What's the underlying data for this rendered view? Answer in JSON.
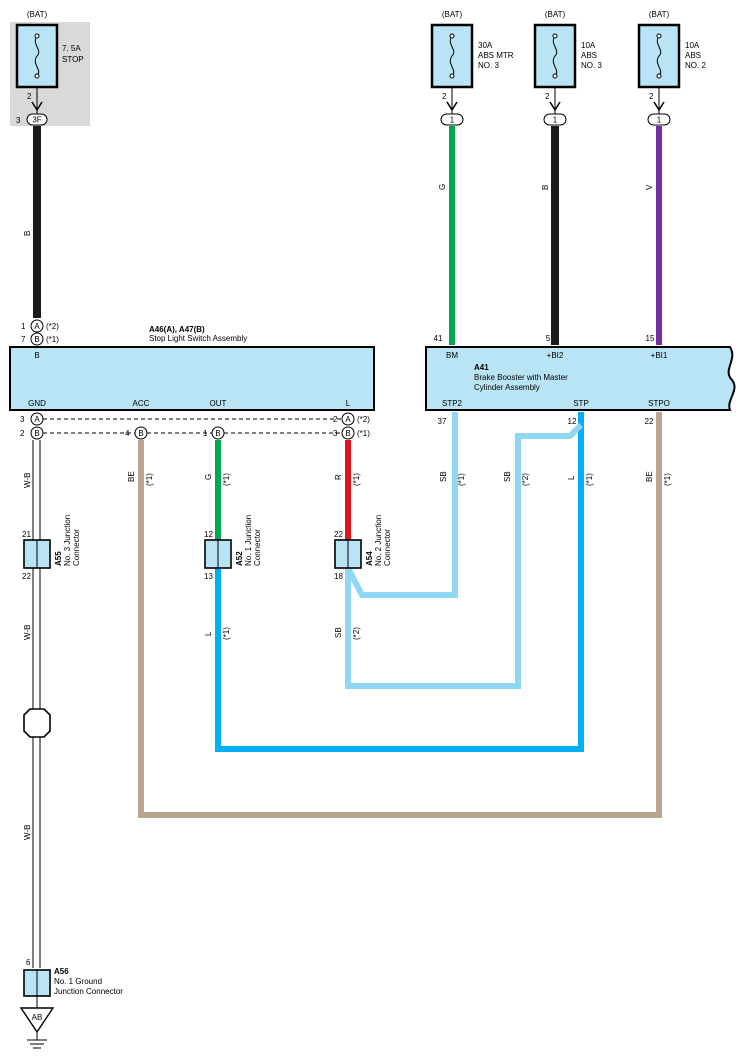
{
  "colors": {
    "B": "#1a1a1a",
    "G": "#00a651",
    "V": "#7030a0",
    "R": "#e0161d",
    "L": "#00b0f0",
    "SB": "#8fd7f5",
    "BE": "#b8a690",
    "W-B": "#ffffff",
    "box_fill": "#b9e4f5",
    "fuse_bg": "#d9d9d9"
  },
  "fuses": [
    {
      "id": "stop",
      "source": "(BAT)",
      "rating": "7. 5A",
      "name_lines": [
        "STOP"
      ],
      "pin": "2",
      "conn_pin": "3",
      "conn_label": "3F"
    },
    {
      "id": "abs-mtr",
      "source": "(BAT)",
      "rating": "30A",
      "name_lines": [
        "ABS MTR",
        "NO. 3"
      ],
      "pin": "2",
      "conn_label": "1"
    },
    {
      "id": "abs3",
      "source": "(BAT)",
      "rating": "10A",
      "name_lines": [
        "ABS",
        "NO. 3"
      ],
      "pin": "2",
      "conn_label": "1"
    },
    {
      "id": "abs2",
      "source": "(BAT)",
      "rating": "10A",
      "name_lines": [
        "ABS",
        "NO. 2"
      ],
      "pin": "2",
      "conn_label": "1"
    }
  ],
  "stop_switch": {
    "code": "A46(A), A47(B)",
    "name": "Stop Light Switch Assembly",
    "top_terminal": "B",
    "terminals": [
      "GND",
      "ACC",
      "OUT",
      "L"
    ],
    "pins_top": [
      {
        "num": "1",
        "conn": "A",
        "note": "(*2)"
      },
      {
        "num": "7",
        "conn": "B",
        "note": "(*1)"
      }
    ],
    "pins_bottom": {
      "gnd_a": {
        "num": "3",
        "conn": "A"
      },
      "gnd_b": {
        "num": "2",
        "conn": "B"
      },
      "acc": {
        "num": "4",
        "conn": "B"
      },
      "out": {
        "num": "1",
        "conn": "B"
      },
      "l_a": {
        "num": "2",
        "conn": "A",
        "note": "(*2)"
      },
      "l_b": {
        "num": "3",
        "conn": "B",
        "note": "(*1)"
      }
    }
  },
  "booster": {
    "code": "A41",
    "name_lines": [
      "Brake Booster with Master",
      "Cylinder Assembly"
    ],
    "top_terminals": [
      {
        "name": "BM",
        "pin": "41"
      },
      {
        "name": "+BI2",
        "pin": "5"
      },
      {
        "name": "+BI1",
        "pin": "15"
      }
    ],
    "bottom_terminals": [
      {
        "name": "STP2",
        "pin": "37"
      },
      {
        "name": "STP",
        "pin": "12"
      },
      {
        "name": "STPO",
        "pin": "22"
      }
    ]
  },
  "junctions": [
    {
      "id": "a55",
      "code": "A55",
      "name_lines": [
        "No. 3 Junction",
        "Connector"
      ],
      "pin_top": "21",
      "pin_bottom": "22"
    },
    {
      "id": "a52",
      "code": "A52",
      "name_lines": [
        "No. 1 Junction",
        "Connector"
      ],
      "pin_top": "12",
      "pin_bottom": "13"
    },
    {
      "id": "a54",
      "code": "A54",
      "name_lines": [
        "No. 2 Junction",
        "Connector"
      ],
      "pin_top": "22",
      "pin_bottom": "18"
    }
  ],
  "ground_connector": {
    "code": "A56",
    "name_lines": [
      "No. 1 Ground",
      "Junction Connector"
    ],
    "pin": "6",
    "ground_label": "AB"
  },
  "wire_labels": {
    "stop_b": "B",
    "bm_g": "G",
    "bi2_b": "B",
    "bi1_v": "V",
    "gnd_wb1": "W-B",
    "gnd_wb2": "W-B",
    "gnd_wb3": "W-B",
    "acc_be": "BE",
    "acc_note": "(*1)",
    "out_g": "G",
    "out_note": "(*1)",
    "l_r": "R",
    "l_note": "(*1)",
    "stp2_sb": "SB",
    "stp2_note": "(*1)",
    "sb2": "SB",
    "sb2_note": "(*2)",
    "stp_l": "L",
    "stp_note": "(*1)",
    "stpo_be": "BE",
    "stpo_note": "(*1)",
    "a52_l": "L",
    "a52_l_note": "(*1)",
    "a54_sb": "SB",
    "a54_sb_note": "(*2)"
  }
}
